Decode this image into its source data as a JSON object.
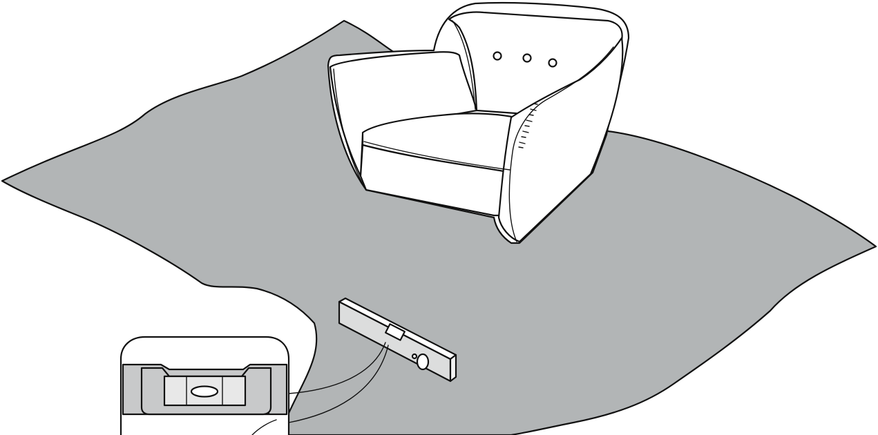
{
  "illustration": {
    "subject": [
      "armchair",
      "floor-mat",
      "spirit-level",
      "level-detail-callout"
    ],
    "colors": {
      "mat": "#b2b5b6",
      "outline": "#111111",
      "chair": "#ffffff",
      "callout_outer": "#ffffff",
      "callout_frame": "#c8c9ca",
      "level_body": "#dcdddd",
      "vial_fill": "#e8e8e8"
    }
  }
}
